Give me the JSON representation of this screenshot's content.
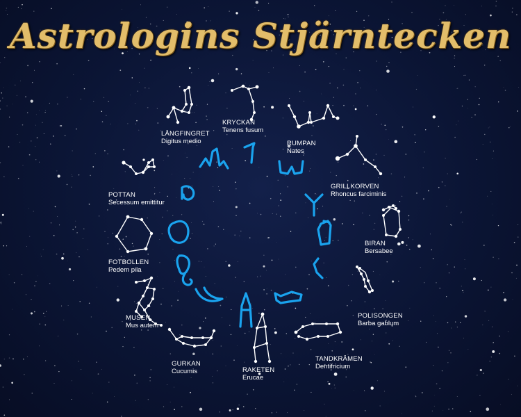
{
  "title": "Astrologins Stjärntecken",
  "colors": {
    "glyph": "#1aa3ee",
    "constellation": "#ffffff",
    "title": "#e2bd6a"
  },
  "signs": [
    {
      "name": "LÅNGFINGRET",
      "latin": "Digitus medio"
    },
    {
      "name": "KRYCKAN",
      "latin": "Tenens fusum"
    },
    {
      "name": "RUMPAN",
      "latin": "Nates"
    },
    {
      "name": "GRILLKORVEN",
      "latin": "Rhoncus farciminis"
    },
    {
      "name": "BIRAN",
      "latin": "Bersabee"
    },
    {
      "name": "POLISONGEN",
      "latin": "Barba gablum"
    },
    {
      "name": "TANDKRÄMEN",
      "latin": "Dentifricium"
    },
    {
      "name": "RAKETEN",
      "latin": "Erucae"
    },
    {
      "name": "GURKAN",
      "latin": "Cucumis"
    },
    {
      "name": "MUSEN",
      "latin": "Mus autem"
    },
    {
      "name": "FOTBOLLEN",
      "latin": "Pedem pila"
    },
    {
      "name": "POTTAN",
      "latin": "Secessum emittitur"
    }
  ]
}
